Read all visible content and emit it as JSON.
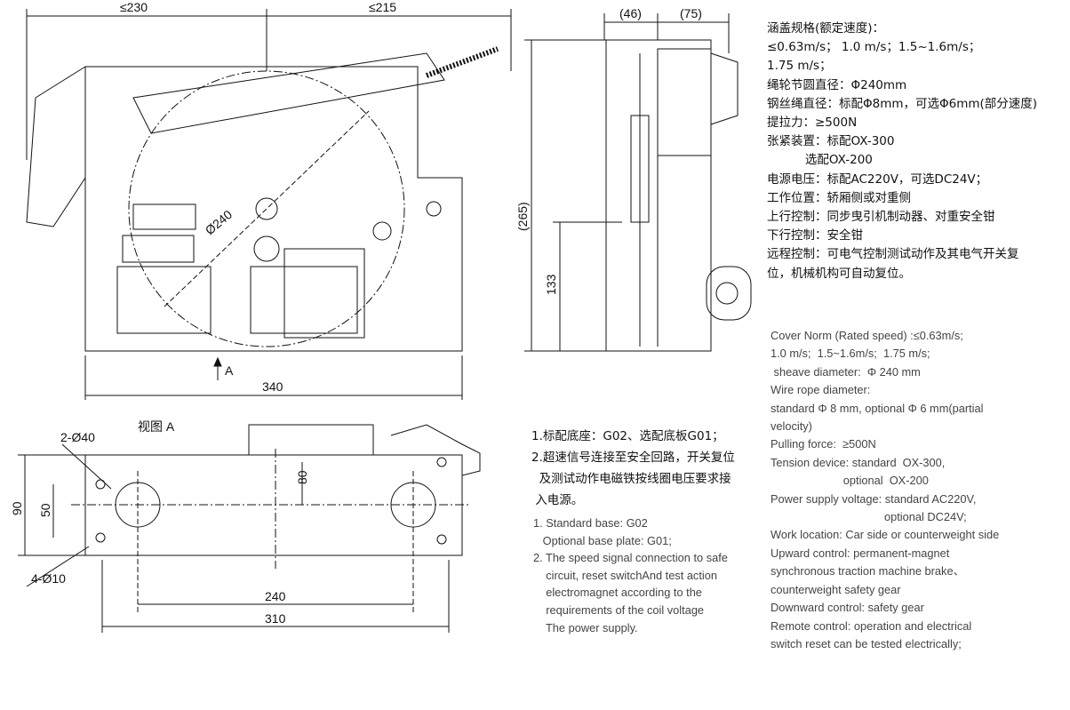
{
  "dimensions": {
    "front_left_width": "≤230",
    "front_right_width": "≤215",
    "sheave_diameter": "Ø240",
    "view_arrow": "A",
    "base_width": "340",
    "view_a_title": "视图 A",
    "holes_large": "2-Ø40",
    "height_80": "80",
    "depth_90": "90",
    "depth_50": "50",
    "holes_small": "4-Ø10",
    "hole_spacing": "240",
    "overall_length": "310",
    "side_46": "(46)",
    "side_75": "(75)",
    "side_height": "(265)",
    "side_133": "133"
  },
  "spec_cn": [
    "涵盖规格(额定速度)：",
    "≤0.63m/s； 1.0 m/s；1.5~1.6m/s；",
    "1.75 m/s；",
    "绳轮节圆直径：Φ240mm",
    "钢丝绳直径：标配Φ8mm，可选Φ6mm(部分速度)",
    "提拉力：≥500N",
    "张紧装置：标配OX-300",
    "          选配OX-200",
    "电源电压：标配AC220V，可选DC24V；",
    "工作位置：轿厢侧或对重侧",
    "上行控制：同步曳引机制动器、对重安全钳",
    "下行控制：安全钳",
    "远程控制：可电气控制测试动作及其电气开关复",
    "位，机械机构可自动复位。"
  ],
  "spec_en": [
    "Cover Norm (Rated speed) :≤0.63m/s;",
    "1.0 m/s;  1.5~1.6m/s;  1.75 m/s;",
    " sheave diameter:  Φ 240 mm",
    "Wire rope diameter:",
    "standard Φ 8 mm, optional Φ 6 mm(partial",
    "velocity)",
    "Pulling force:  ≥500N",
    "Tension device: standard  OX-300,",
    "                       optional  OX-200",
    "Power supply voltage: standard AC220V,",
    "                                    optional DC24V;",
    "Work location: Car side or counterweight side",
    "Upward control: permanent-magnet",
    "synchronous traction machine brake、",
    "counterweight safety gear",
    "Downward control: safety gear",
    "Remote control: operation and electrical",
    "switch reset can be tested electrically;"
  ],
  "notes_cn": [
    "1.标配底座：G02、选配底板G01；",
    "2.超速信号连接至安全回路，开关复位",
    "  及测试动作电磁铁按线圈电压要求接",
    " 入电源。"
  ],
  "notes_en": [
    "1. Standard base: G02",
    "   Optional base plate: G01;",
    "2. The speed signal connection to safe",
    "    circuit, reset switchAnd test action",
    "    electromagnet according to the",
    "    requirements of the coil voltage",
    "    The power supply."
  ]
}
